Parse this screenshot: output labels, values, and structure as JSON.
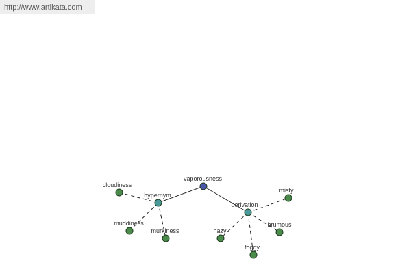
{
  "source_url": "http://www.artikata.com",
  "colors": {
    "root": "#4a56a8",
    "relation": "#4a9a9a",
    "leaf": "#4a8a4a"
  },
  "nodes": {
    "root": "vaporousness",
    "hypernym": "hypernym",
    "derivation": "derivation",
    "cloudiness": "cloudiness",
    "muddiness": "muddiness",
    "murkiness": "murkiness",
    "misty": "misty",
    "hazy": "hazy",
    "foggy": "foggy",
    "brumous": "brumous"
  }
}
